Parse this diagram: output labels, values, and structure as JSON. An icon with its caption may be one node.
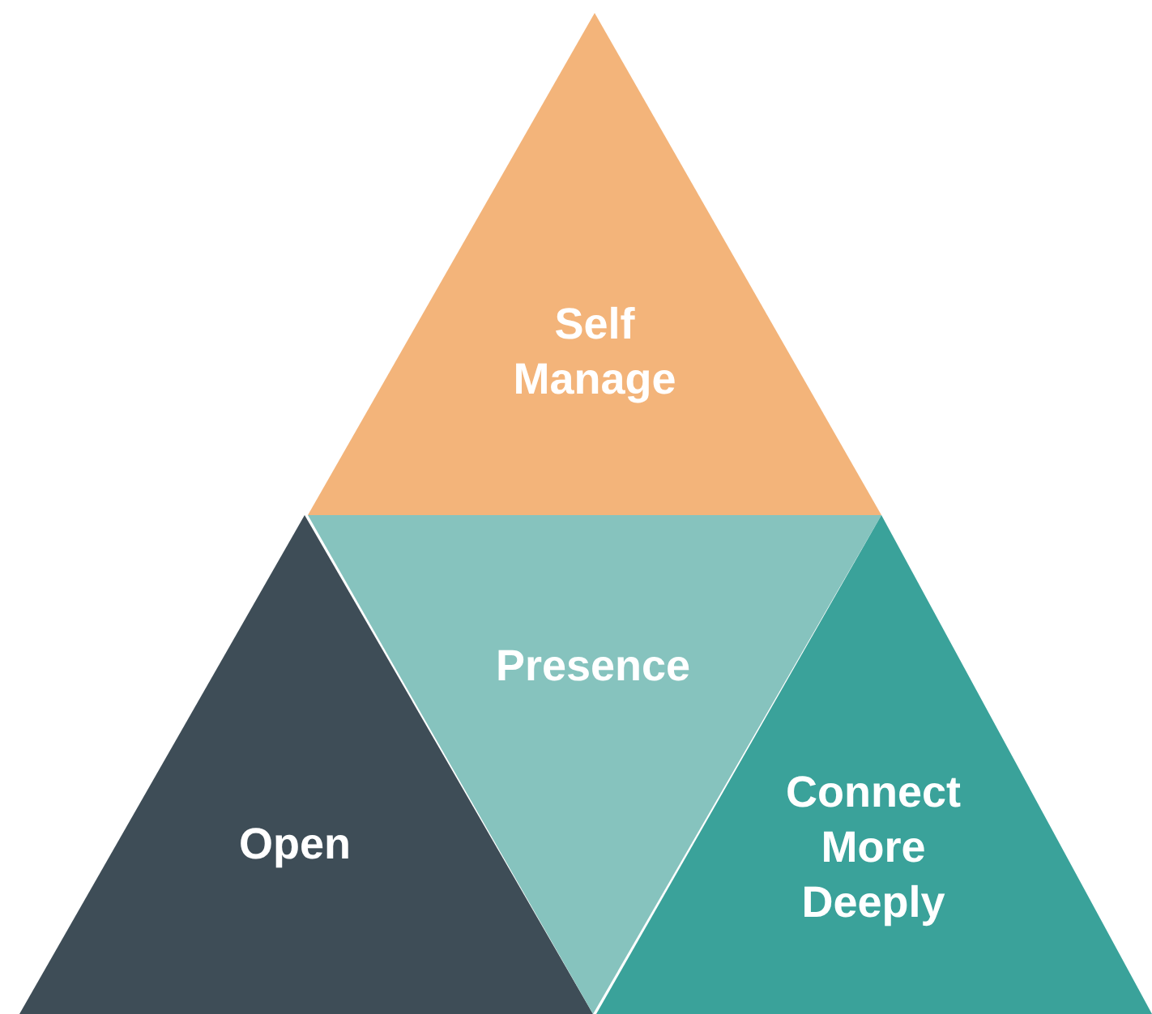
{
  "diagram": {
    "nodes": [
      {
        "text": [
          "Self Manage"
        ]
      },
      {
        "text": [
          "Open"
        ]
      },
      {
        "text": [
          "Presence"
        ]
      },
      {
        "text": [
          "Connect More Deeply"
        ]
      }
    ]
  }
}
